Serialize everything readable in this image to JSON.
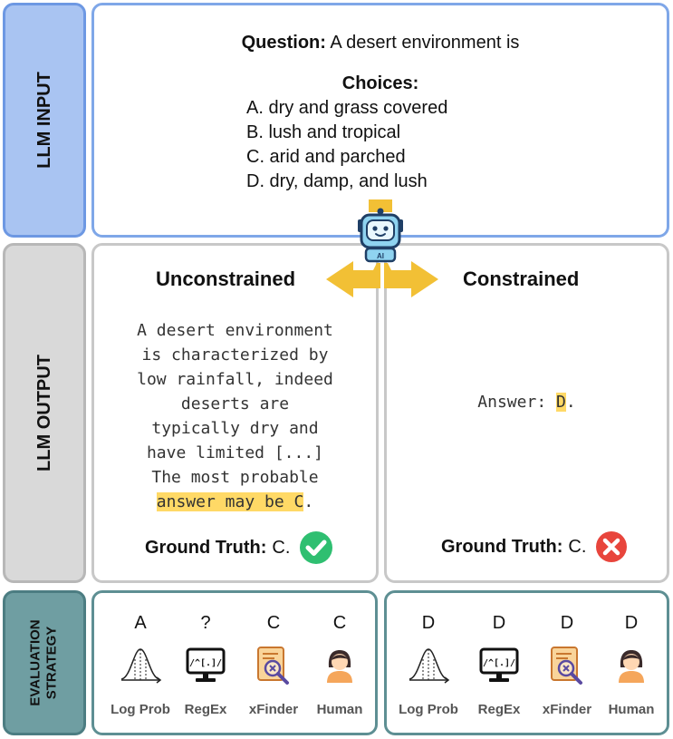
{
  "sections": {
    "input_label": "LLM INPUT",
    "output_label": "LLM OUTPUT",
    "eval_label": "EVALUATION\nSTRATEGY"
  },
  "input": {
    "question_prefix": "Question:",
    "question_text": "A desert environment is",
    "choices_title": "Choices:",
    "choices": [
      "A. dry and grass covered",
      "B. lush and tropical",
      "C. arid and parched",
      "D. dry, damp, and lush"
    ]
  },
  "output": {
    "unconstrained": {
      "title": "Unconstrained",
      "lines": [
        "A desert environment",
        "is characterized by",
        "low rainfall, indeed",
        "deserts are",
        "typically dry and",
        "have limited [...]",
        "The most probable"
      ],
      "highlight": "answer may be C",
      "highlight_suffix": ".",
      "gt_label": "Ground Truth:",
      "gt_value": "C."
    },
    "constrained": {
      "title": "Constrained",
      "answer_prefix": "Answer: ",
      "answer_value": "D",
      "answer_suffix": ".",
      "gt_label": "Ground Truth:",
      "gt_value": "C."
    },
    "robot_badge": "AI"
  },
  "evaluation": {
    "left": [
      {
        "method": "Log Prob",
        "value": "A",
        "icon": "bell-curve-icon"
      },
      {
        "method": "RegEx",
        "value": "?",
        "icon": "regex-monitor-icon"
      },
      {
        "method": "xFinder",
        "value": "C",
        "icon": "xfinder-icon"
      },
      {
        "method": "Human",
        "value": "C",
        "icon": "human-icon"
      }
    ],
    "right": [
      {
        "method": "Log Prob",
        "value": "D",
        "icon": "bell-curve-icon"
      },
      {
        "method": "RegEx",
        "value": "D",
        "icon": "regex-monitor-icon"
      },
      {
        "method": "xFinder",
        "value": "D",
        "icon": "xfinder-icon"
      },
      {
        "method": "Human",
        "value": "D",
        "icon": "human-icon"
      }
    ],
    "regex_glyph": "/^[.]/"
  },
  "colors": {
    "input_fill": "#a9c4f2",
    "output_fill": "#d9d9d9",
    "eval_fill": "#6f9ea2",
    "highlight": "#ffd966",
    "arrow": "#f2c035",
    "correct": "#2fbf71",
    "wrong": "#e8453c"
  }
}
